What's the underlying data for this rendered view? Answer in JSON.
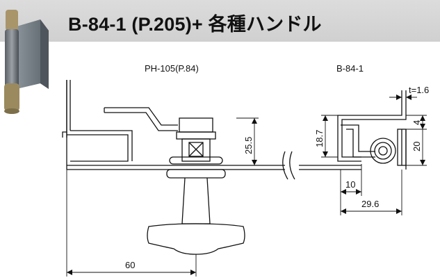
{
  "header": {
    "title": "B-84-1 (P.205)+ 各種ハンドル"
  },
  "labels": {
    "left_part": "PH-105(P.84)",
    "right_part": "B-84-1"
  },
  "dimensions": {
    "thickness": "t=1.6",
    "height_25_5": "25.5",
    "height_18_7": "18.7",
    "dim_4": "4",
    "dim_20": "20",
    "dim_10": "10",
    "dim_29_6": "29.6",
    "dim_60": "60"
  },
  "colors": {
    "header_bg": "#d4d4d4",
    "line": "#111111"
  }
}
